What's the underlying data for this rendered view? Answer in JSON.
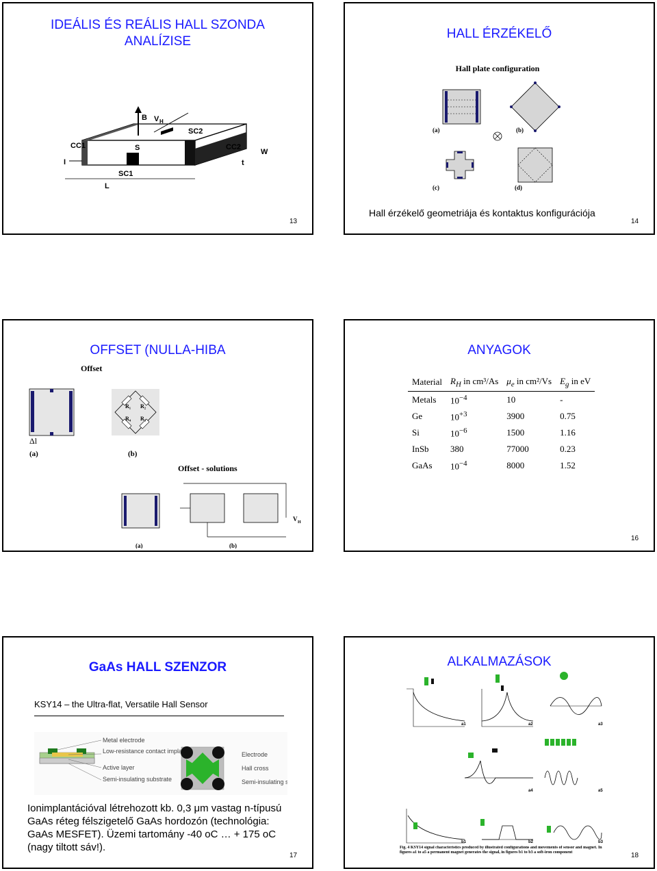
{
  "slides": [
    {
      "title": "IDEÁLIS ÉS REÁLIS HALL SZONDA ANALÍZISE",
      "page": "13",
      "figure_labels": {
        "b": "B",
        "vh": "V",
        "vh_sub": "H",
        "sc2": "SC2",
        "cc1": "CC1",
        "s": "S",
        "cc2": "CC2",
        "w": "W",
        "i": "I",
        "t": "t",
        "sc1": "SC1",
        "l": "L"
      }
    },
    {
      "title": "HALL ÉRZÉKELŐ",
      "page": "14",
      "caption": "Hall érzékelő geometriája és kontaktus konfigurációja",
      "figure_title": "Hall plate configuration",
      "figure_labels": [
        "(a)",
        "(b)",
        "(c)",
        "(d)"
      ]
    },
    {
      "title": "OFFSET (NULLA-HIBA",
      "figure_title1": "Offset",
      "figure_title2": "Offset - solutions",
      "labels_top": [
        "(a)",
        "(b)"
      ],
      "labels_bottom": [
        "(a)",
        "(b)"
      ],
      "delta_l": "Δl",
      "resistors": [
        "R₁",
        "R₂",
        "R₄",
        "R₃"
      ],
      "vh": "V",
      "vh_sub": "H"
    },
    {
      "title": "ANYAGOK",
      "page": "16",
      "table": {
        "headers": [
          "Material",
          "R_H in cm³/As",
          "μ_e in cm²/Vs",
          "E_g in eV"
        ],
        "rows": [
          [
            "Metals",
            "10",
            "−4",
            "10",
            "-"
          ],
          [
            "Ge",
            "10",
            "+3",
            "3900",
            "0.75"
          ],
          [
            "Si",
            "10",
            "−6",
            "1500",
            "1.16"
          ],
          [
            "InSb",
            "380",
            "",
            "77000",
            "0.23"
          ],
          [
            "GaAs",
            "10",
            "−4",
            "8000",
            "1.52"
          ]
        ]
      }
    },
    {
      "title": "GaAs HALL SZENZOR",
      "page": "17",
      "subtitle": "KSY14 – the Ultra-flat, Versatile Hall Sensor",
      "layer_labels": [
        "Metal electrode",
        "Low-resistance contact implantation",
        "Active layer",
        "Semi-insulating substrate"
      ],
      "cross_labels": [
        "Electrode",
        "Hall cross",
        "Semi-insulating substrate"
      ],
      "body": "Ionimplantációval létrehozott kb. 0,3 μm vastag n-típusú GaAs réteg félszigetelő GaAs hordozón (technológia: GaAs MESFET). Üzemi tartomány -40 oC … + 175 oC (nagy tiltott sáv!)."
    },
    {
      "title": "ALKALMAZÁSOK",
      "page": "18",
      "panel_labels": [
        "a1",
        "a2",
        "a3",
        "a4",
        "a5",
        "b1",
        "b2",
        "b3"
      ],
      "fig_caption": "Fig. 4 KSY14 signal characteristics produced by illustrated configurations and movements of sensor and magnet. In figures a1 to a5 a permanent magnet generates the signal, in figures b1 to b3 a soft-iron component"
    }
  ],
  "colors": {
    "title": "#1a1aff",
    "contact": "#1a1a6e",
    "hall_green": "#2bb32b",
    "plate_gray": "#d6d6d6"
  }
}
